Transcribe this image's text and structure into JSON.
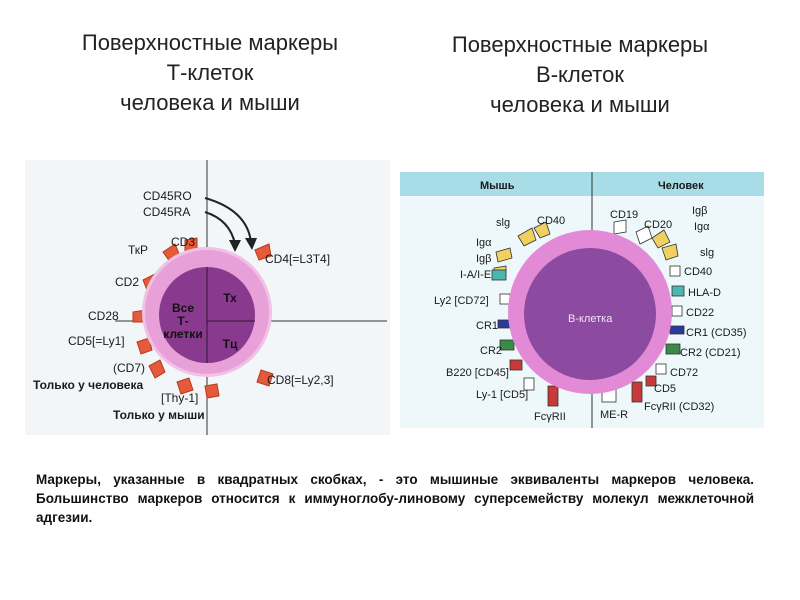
{
  "titles": {
    "left": [
      "Поверхностные маркеры",
      "Т-клеток",
      "человека и мыши"
    ],
    "right": [
      "Поверхностные маркеры",
      "В-клеток",
      "человека и мыши"
    ]
  },
  "t_cell": {
    "markers": {
      "cd45ro": "CD45RO",
      "cd45ra": "CD45RA",
      "tcr": "ТкР",
      "cd3": "CD3",
      "cd4": "CD4[=L3T4]",
      "cd2": "CD2",
      "cd28": "CD28",
      "cd5": "CD5[=Ly1]",
      "cd7": "(CD7)",
      "thy1": "[Thy-1]",
      "cd8": "CD8[=Ly2,3]"
    },
    "notes": {
      "human_only": "Только у человека",
      "mouse_only": "Только у мыши"
    },
    "nucleus": {
      "line1": "Все",
      "line2": "Т-",
      "line3": "клетки",
      "th": "Тх",
      "tc": "Тц"
    },
    "colors": {
      "membrane": "#e8a0d8",
      "membrane_ring": "#f0c2e6",
      "nucleus": "#8a3a8e",
      "receptor": "#e45a3a"
    }
  },
  "b_cell": {
    "header": {
      "mouse": "Мышь",
      "human": "Человек"
    },
    "cell_label": "В-клетка",
    "left_markers": {
      "slg": "slg",
      "cd40": "CD40",
      "iga": "Igα",
      "igb": "Igβ",
      "ia_ie": "I-A/I-E",
      "ly2": "Ly2 [CD72]",
      "cr1": "CR1",
      "cr2": "CR2",
      "b220": "B220 [CD45]",
      "ly1": "Ly-1 [CD5]",
      "fcgrii": "FcγRII"
    },
    "right_markers": {
      "cd19": "CD19",
      "cd20": "CD20",
      "igb": "Igβ",
      "iga": "Igα",
      "slg": "slg",
      "cd40": "CD40",
      "hla_d": "HLA-D",
      "cd22": "CD22",
      "cr1": "CR1 (CD35)",
      "cr2": "CR2 (CD21)",
      "cd72": "CD72",
      "cd5": "CD5",
      "fcgrii": "FcγRII (CD32)",
      "me_r": "ME-R"
    },
    "colors": {
      "header": "#a8dce6",
      "membrane": "#e28ad6",
      "nucleus": "#8c4aa0",
      "blue": "#2a3a9a",
      "green": "#3a8a4a",
      "yellow": "#f0d060",
      "teal": "#4ab8b0",
      "red": "#c83a3a"
    }
  },
  "caption": "Маркеры, указанные в квадратных скобках, - это мышиные эквиваленты маркеров человека. Большинство маркеров относится к иммуноглобу-линовому суперсемейству молекул межклеточной адгезии."
}
